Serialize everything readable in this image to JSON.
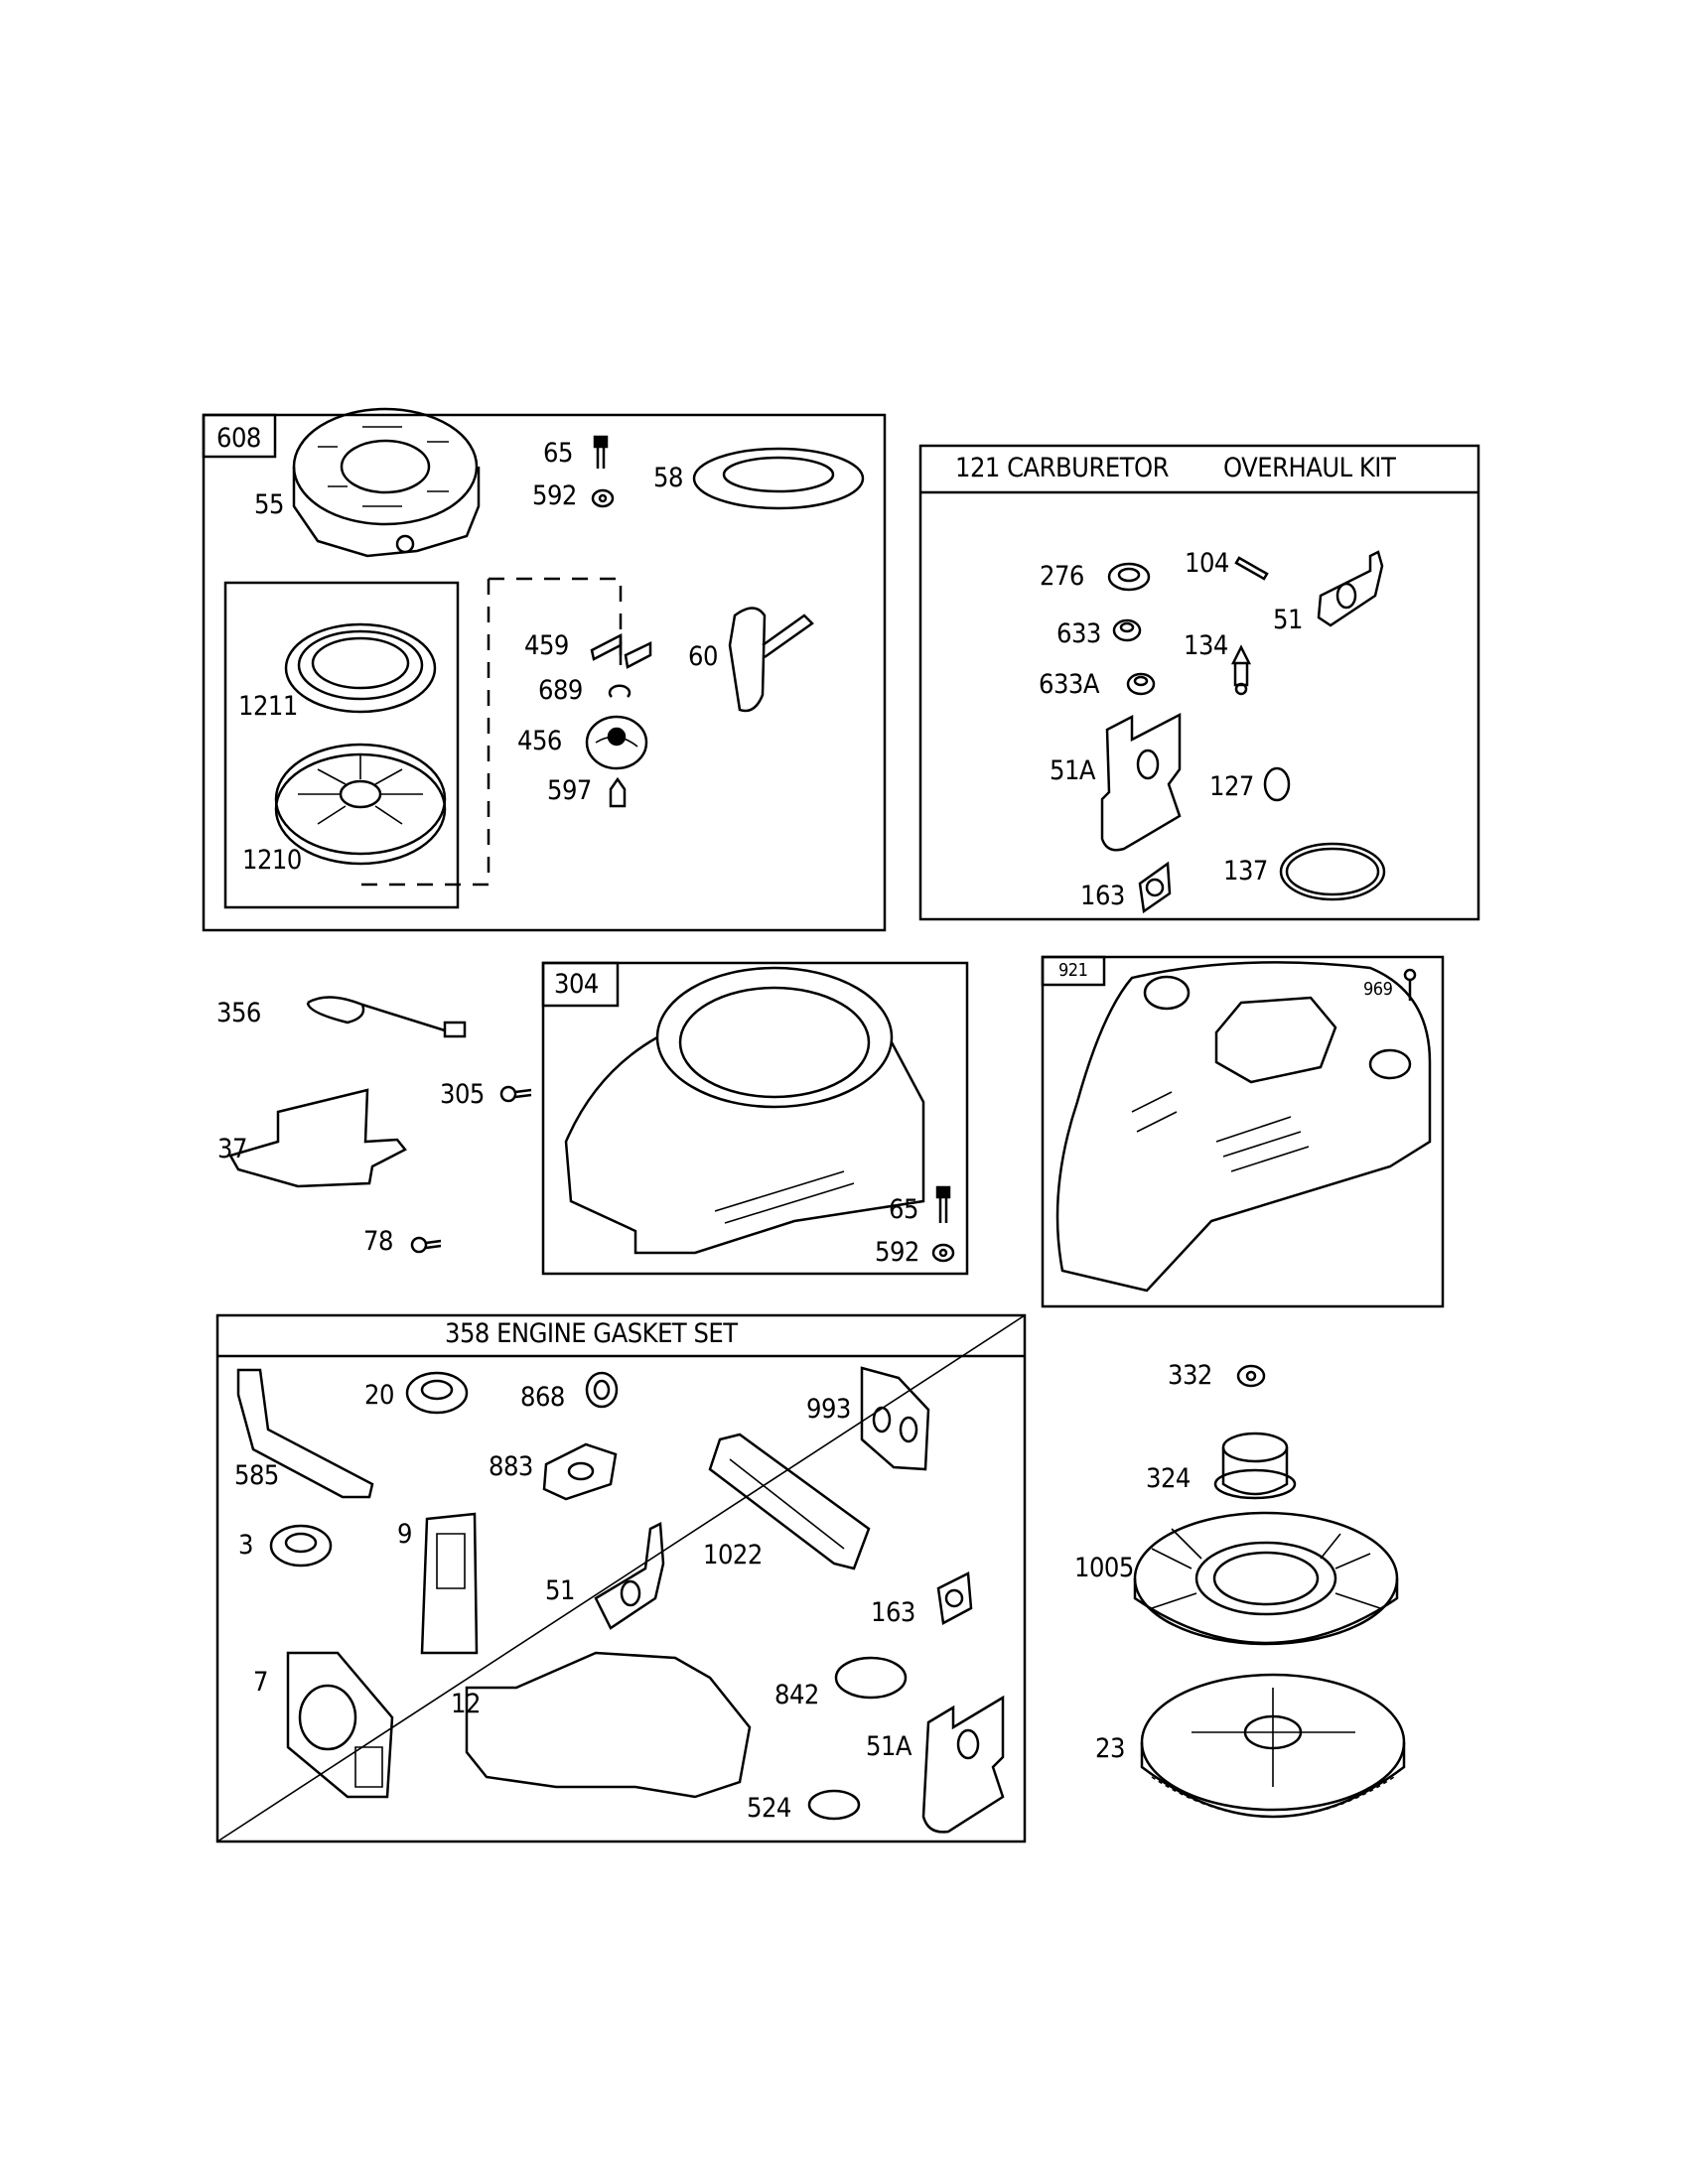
{
  "groups": {
    "rewind_starter": {
      "tag": "608",
      "labels": [
        "55",
        "65",
        "592",
        "58",
        "1211",
        "1210",
        "459",
        "689",
        "456",
        "597",
        "60"
      ]
    },
    "carburetor_kit": {
      "title_left": "121 CARBURETOR",
      "title_right": "OVERHAUL KIT",
      "labels": [
        "276",
        "104",
        "633",
        "134",
        "51",
        "633A",
        "51A",
        "127",
        "137",
        "163"
      ]
    },
    "loose_parts_middle": {
      "labels": [
        "356",
        "305",
        "37",
        "78"
      ]
    },
    "blower_housing": {
      "tag": "304",
      "labels": [
        "65",
        "592"
      ]
    },
    "engine_cover": {
      "tag": "921",
      "labels": [
        "969"
      ]
    },
    "engine_gasket_set": {
      "title": "358 ENGINE GASKET SET",
      "labels": [
        "20",
        "868",
        "993",
        "585",
        "883",
        "3",
        "9",
        "51",
        "1022",
        "163",
        "7",
        "12",
        "842",
        "51A",
        "524"
      ]
    },
    "flywheel_parts": {
      "labels": [
        "332",
        "324",
        "1005",
        "23"
      ]
    }
  }
}
